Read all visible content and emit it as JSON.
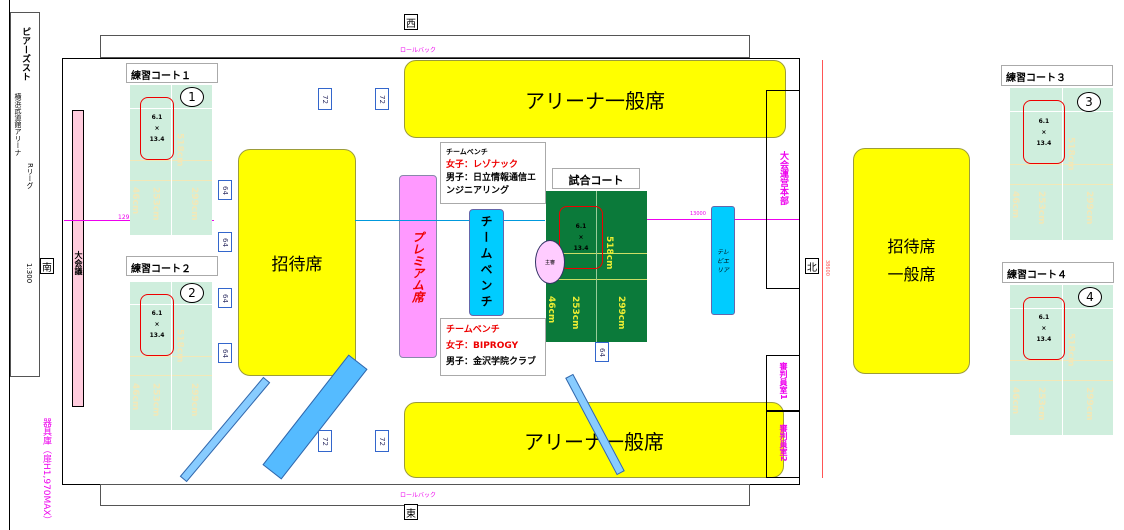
{
  "title_block": {
    "company": "ピアーズスト",
    "venue": "横浜武道館アリーナ",
    "event": "Rリーグ",
    "scale": "1:300"
  },
  "directions": {
    "west": "西",
    "east": "東",
    "south": "南",
    "north": "北"
  },
  "rollback_label": "ロールバック",
  "meeting_room": "大会議",
  "storage": "器具庫（扉H1,970MAX）",
  "headquarters": "大会運営本部",
  "referee_room_1": "審判員室1",
  "referee_room_2": "審判員室2",
  "dimension_width": "38600",
  "dimension_13000": "13000",
  "dimension_129": "129",
  "practice_courts": [
    {
      "label": "練習コート１",
      "number": "1"
    },
    {
      "label": "練習コート２",
      "number": "2"
    },
    {
      "label": "練習コート３",
      "number": "3"
    },
    {
      "label": "練習コート４",
      "number": "4"
    }
  ],
  "court_size": {
    "w": "6.1",
    "x": "×",
    "h": "13.4"
  },
  "court_dims": {
    "d518": "518cm",
    "d46": "46cm",
    "d253": "253cm",
    "d299": "299cm"
  },
  "seats": {
    "arena_general": "アリーナ一般席",
    "invited": "招待席",
    "invited_general_1": "招待席",
    "invited_general_2": "一般席",
    "premium": "プレミアム席"
  },
  "team_bench": "チームベンチ",
  "team_bench_top": {
    "title": "チームベンチ",
    "women": "女子：レゾナック",
    "men": "男子：日立情報通信エンジニアリング"
  },
  "team_bench_bottom": {
    "title": "チームベンチ",
    "women": "女子：BIPROGY",
    "men": "男子：金沢学院クラブ"
  },
  "match_court": "試合コート",
  "referee": "主審",
  "tv_area": "テレビエリア",
  "table_labels": {
    "t72": "72",
    "t64": "64"
  },
  "colors": {
    "seat": "#ffff00",
    "premium": "#ff99ff",
    "bench": "#00ccff",
    "match_court": "#0b7a3a",
    "practice_court": "#cfeedd",
    "court_frame": "#ee0000",
    "annotation": "#ee00ee"
  }
}
